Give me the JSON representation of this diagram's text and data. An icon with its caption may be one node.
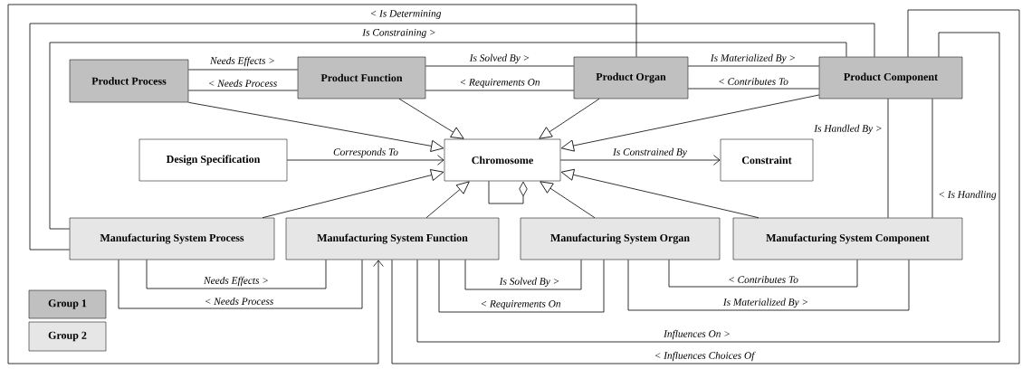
{
  "diagram": {
    "nodes": [
      {
        "text": [
          "Product Process"
        ]
      },
      {
        "text": [
          "Product Function"
        ]
      },
      {
        "text": [
          "Product Organ"
        ]
      },
      {
        "text": [
          "Product Component"
        ]
      },
      {
        "text": [
          "Design Specification"
        ]
      },
      {
        "text": [
          "Chromosome"
        ]
      },
      {
        "text": [
          "Constraint"
        ]
      },
      {
        "text": [
          "Manufacturing System Process"
        ]
      },
      {
        "text": [
          "Manufacturing System Function"
        ]
      },
      {
        "text": [
          "Manufacturing System Organ"
        ]
      },
      {
        "text": [
          "Manufacturing System Component"
        ]
      }
    ],
    "edges": [
      {
        "from": 0,
        "to": 1,
        "arrow": "none",
        "label": "Needs Effects >"
      },
      {
        "from": 1,
        "to": 0,
        "arrow": "none",
        "label": "< Needs Process"
      },
      {
        "from": 1,
        "to": 2,
        "arrow": "none",
        "label": "Is Solved By >"
      },
      {
        "from": 2,
        "to": 1,
        "arrow": "none",
        "label": "< Requirements On"
      },
      {
        "from": 2,
        "to": 3,
        "arrow": "none",
        "label": "Is Materialized By >"
      },
      {
        "from": 3,
        "to": 2,
        "arrow": "none",
        "label": "< Contributes To"
      },
      {
        "from": 0,
        "to": 5,
        "arrow": "to"
      },
      {
        "from": 1,
        "to": 5,
        "arrow": "to"
      },
      {
        "from": 2,
        "to": 5,
        "arrow": "to"
      },
      {
        "from": 3,
        "to": 5,
        "arrow": "to"
      },
      {
        "from": 4,
        "to": 5,
        "arrow": "to",
        "label": "Corresponds To"
      },
      {
        "from": 5,
        "to": 6,
        "arrow": "to",
        "label": "Is Constrained By"
      },
      {
        "from": 7,
        "to": 5,
        "arrow": "to"
      },
      {
        "from": 8,
        "to": 5,
        "arrow": "to"
      },
      {
        "from": 9,
        "to": 5,
        "arrow": "to"
      },
      {
        "from": 10,
        "to": 5,
        "arrow": "to"
      },
      {
        "from": 5,
        "to": 5,
        "arrow": "other"
      },
      {
        "from": 2,
        "to": 8,
        "arrow": "to",
        "label": "< Is Determining"
      },
      {
        "from": 3,
        "to": 7,
        "arrow": "none",
        "label": "Is Constraining >"
      },
      {
        "from": 3,
        "to": 7,
        "arrow": "none"
      },
      {
        "from": 3,
        "to": 8,
        "arrow": "none",
        "label": "< Influences Choices Of"
      },
      {
        "from": 3,
        "to": 8,
        "arrow": "none",
        "label": "Influences On >"
      },
      {
        "from": 3,
        "to": 10,
        "arrow": "none",
        "label": "Is Handled By >"
      },
      {
        "from": 3,
        "to": 10,
        "arrow": "none",
        "label": "< Is Handling"
      },
      {
        "from": 7,
        "to": 8,
        "arrow": "none",
        "label": "Needs Effects >"
      },
      {
        "from": 8,
        "to": 7,
        "arrow": "none",
        "label": "< Needs Process"
      },
      {
        "from": 8,
        "to": 9,
        "arrow": "none",
        "label": "Is Solved By >"
      },
      {
        "from": 9,
        "to": 8,
        "arrow": "none",
        "label": "< Requirements On"
      },
      {
        "from": 10,
        "to": 9,
        "arrow": "none",
        "label": "< Contributes To"
      },
      {
        "from": 9,
        "to": 10,
        "arrow": "none",
        "label": "Is Materialized By >"
      }
    ],
    "legend": [
      {
        "text": "Group 1",
        "color": "#c0c0c0"
      },
      {
        "text": "Group 2",
        "color": "#e6e6e6"
      }
    ]
  }
}
